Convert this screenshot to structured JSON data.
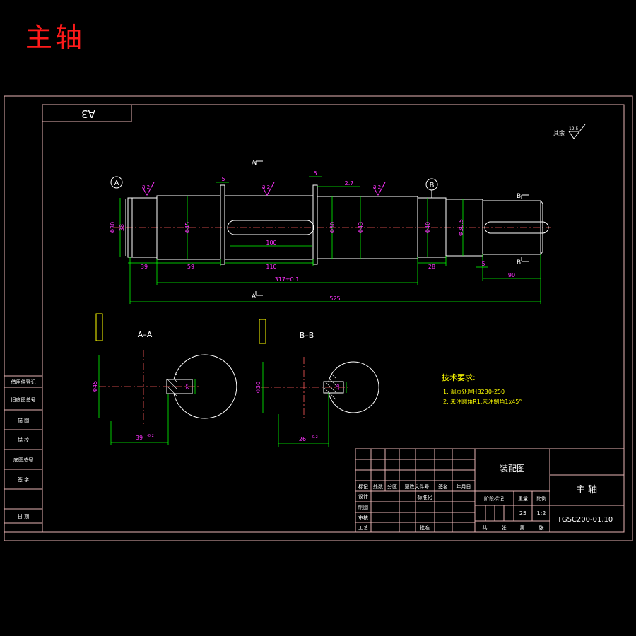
{
  "title": "主轴",
  "top_box_label": "A3",
  "other_roughness_note": "其余",
  "other_roughness_value": "12.5",
  "datum_a": "A",
  "datum_b": "B",
  "roughness_values": [
    "3.2",
    "3.2",
    "3.2"
  ],
  "section_marks": {
    "a_top": "A",
    "a_bottom": "A",
    "b_top": "B",
    "b_bottom": "B"
  },
  "dims": {
    "d_left": "Φ30",
    "d_38": "38",
    "d_45": "Φ45",
    "d_50": "Φ50",
    "d_43": "Φ43",
    "d_40": "Φ40",
    "d_30_5": "Φ30.5",
    "l_5a": "5",
    "l_5b": "5",
    "l_2_7": "2.7",
    "l_39": "39",
    "l_59": "59",
    "l_110": "110",
    "l_28": "28",
    "l_5c": "5",
    "l_90": "90",
    "l_100": "100",
    "l_317": "317±0.1",
    "l_525": "525"
  },
  "section_aa": {
    "label": "A–A",
    "dia": "Φ45",
    "tol": "25",
    "width": "39",
    "width_tol": "0 -0.2",
    "width_sub": "-0.2"
  },
  "section_bb": {
    "label": "B–B",
    "dia": "Φ30",
    "tol": "16",
    "width": "26",
    "width_tol": "0 -0.2",
    "width_sub": "-0.2"
  },
  "tech_req": {
    "title": "技术要求:",
    "lines": [
      "1. 调质处理HB230-250",
      "2. 未注圆角R1,未注倒角1x45°"
    ]
  },
  "side_table": [
    "借用件登记",
    "旧底图总号",
    "描 图",
    "描 校",
    "底图总号",
    "签 字",
    "日 期",
    ""
  ],
  "title_block": {
    "drawing_type": "装配图",
    "part_name": "主 轴",
    "drawing_no": "TGSC200-01.10",
    "headers": [
      "标记",
      "处数",
      "分区",
      "更改文件号",
      "签名",
      "年月日"
    ],
    "roles": [
      "设计",
      "制图",
      "审核",
      "工艺"
    ],
    "std_label": "标准化",
    "approve_label": "批准",
    "stage_label": "阶段标记",
    "weight_label": "重量",
    "scale_label": "比例",
    "weight": "25",
    "scale": "1:2",
    "sheets_label": "共",
    "sheet_label": "张",
    "page_label": "第",
    "page_unit": "张"
  }
}
